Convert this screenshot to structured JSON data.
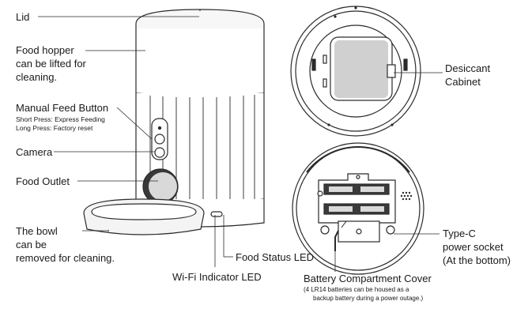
{
  "labels": {
    "lid": "Lid",
    "hopper": [
      "Food hopper",
      "can be lifted for",
      "cleaning."
    ],
    "manual_feed": {
      "title": "Manual Feed Button",
      "short_press": "Short Press: Express Feeding",
      "long_press": "Long Press: Factory reset"
    },
    "camera": "Camera",
    "food_outlet": "Food Outlet",
    "bowl": [
      "The bowl",
      "can be",
      "removed for cleaning."
    ],
    "food_status_led": "Food Status LED",
    "wifi_led": "Wi-Fi Indicator LED",
    "desiccant": [
      "Desiccant",
      "Cabinet"
    ],
    "type_c": [
      "Type-C",
      "power socket",
      "(At the bottom)"
    ],
    "battery": {
      "title": "Battery Compartment Cover",
      "note": [
        "(4 LR14 batteries can be housed as a",
        "backup battery during a power outage.)"
      ]
    }
  },
  "colors": {
    "stroke": "#2a2a2a",
    "light": "#f4f4f4",
    "grey": "#d9d9d9",
    "dark": "#3a3a3a"
  }
}
